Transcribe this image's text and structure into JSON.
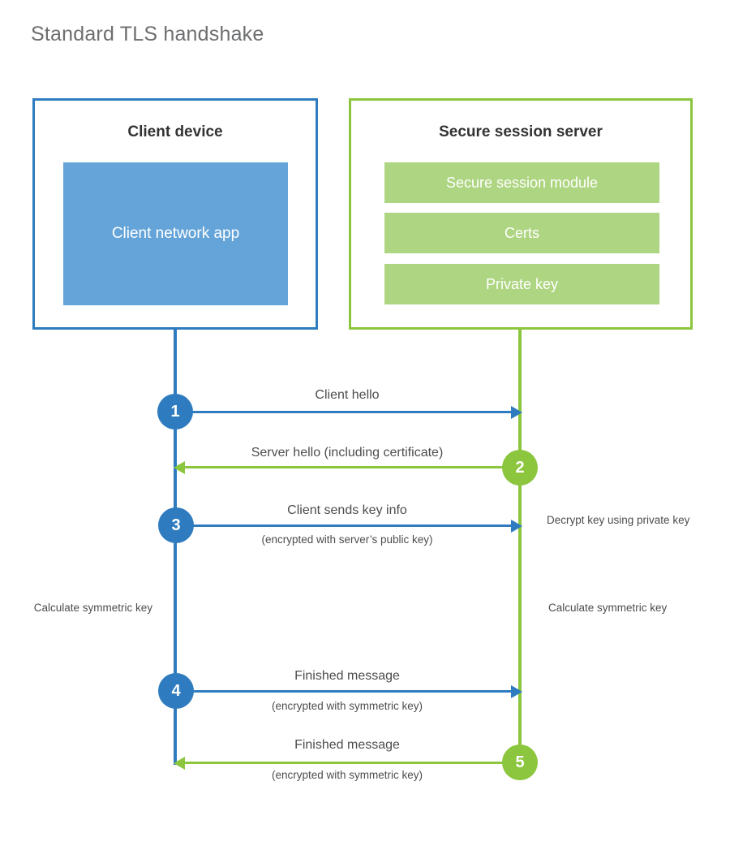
{
  "page": {
    "title": "Standard TLS handshake",
    "background_color": "#ffffff"
  },
  "colors": {
    "client_blue": "#2e7cbf",
    "client_app_blue": "#65a4d8",
    "server_green": "#8cc63e",
    "server_bar_green": "#aed581",
    "title_gray": "#6d6e70",
    "text_gray": "#4d4d4d"
  },
  "client": {
    "title": "Client device",
    "app_label": "Client network app"
  },
  "server": {
    "title": "Secure session server",
    "bars": [
      {
        "label": "Secure session module"
      },
      {
        "label": "Certs"
      },
      {
        "label": "Private key"
      }
    ]
  },
  "steps": [
    {
      "number": "1",
      "label": "Client hello",
      "sublabel": "",
      "direction": "client-to-server",
      "color": "#2e7cbf"
    },
    {
      "number": "2",
      "label": "Server hello (including certificate)",
      "sublabel": "",
      "direction": "server-to-client",
      "color": "#8cc63e"
    },
    {
      "number": "3",
      "label": "Client sends key info",
      "sublabel": "(encrypted with server’s public key)",
      "direction": "client-to-server",
      "color": "#2e7cbf"
    },
    {
      "number": "4",
      "label": "Finished message",
      "sublabel": "(encrypted with symmetric key)",
      "direction": "client-to-server",
      "color": "#2e7cbf"
    },
    {
      "number": "5",
      "label": "Finished message",
      "sublabel": "(encrypted with symmetric key)",
      "direction": "server-to-client",
      "color": "#8cc63e"
    }
  ],
  "annotations": {
    "server_decrypt": "Decrypt key using private key",
    "client_calculate": "Calculate symmetric key",
    "server_calculate": "Calculate symmetric key"
  }
}
